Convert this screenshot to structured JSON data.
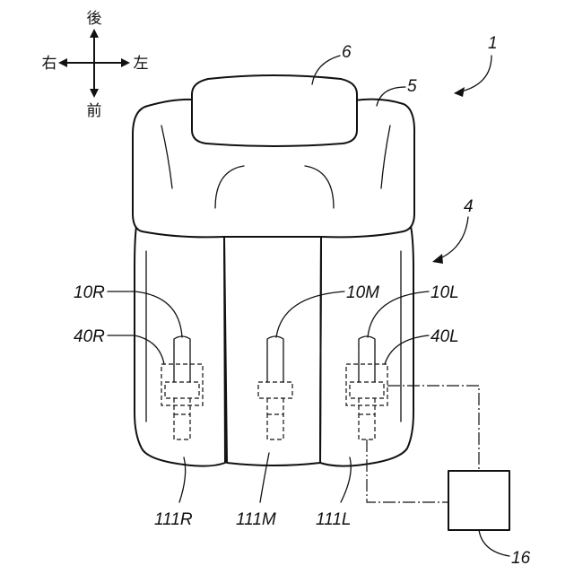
{
  "directions": {
    "rear": "後",
    "front": "前",
    "right": "右",
    "left": "左"
  },
  "labels": {
    "seat_device": "1",
    "seat_cushion": "4",
    "seat_back": "5",
    "headrest": "6",
    "sensor_right": "10R",
    "sensor_middle": "10M",
    "sensor_left": "10L",
    "unit_right": "40R",
    "unit_left": "40L",
    "section_right": "111R",
    "section_middle": "111M",
    "section_left": "111L",
    "controller": "16"
  }
}
